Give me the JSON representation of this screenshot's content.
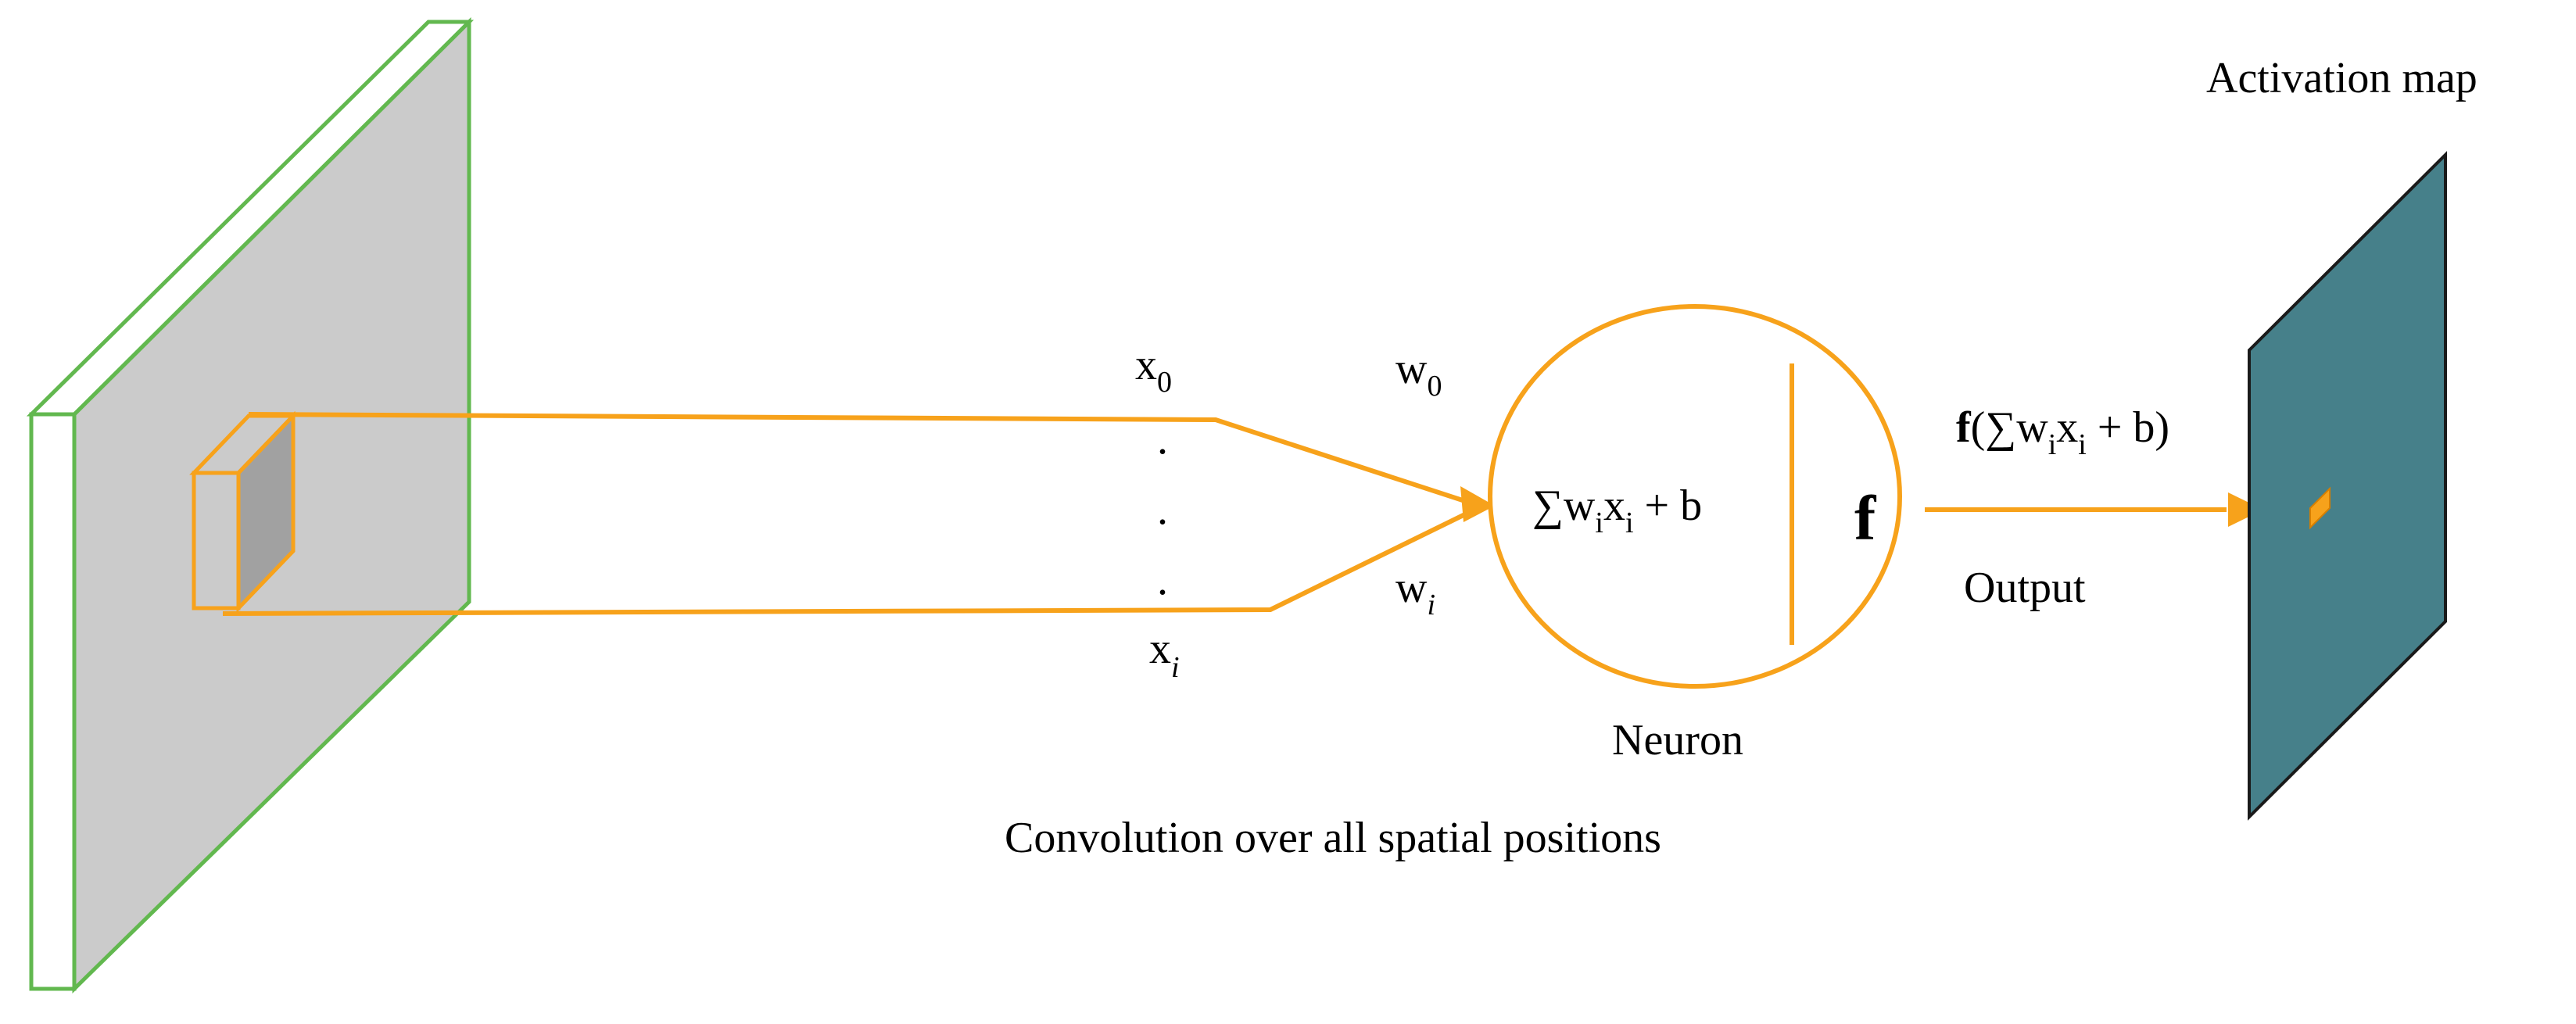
{
  "colors": {
    "orange": "#f7a21b",
    "green": "#62b84f",
    "panel_gray": "#cbcbcb",
    "filter_dark": "#a1a1a1",
    "activation_teal": "#46808a",
    "dark_outline": "#1a1a1a"
  },
  "labels": {
    "x": "x",
    "x0_sub": "0",
    "xi_sub": "i",
    "w": "w",
    "w0_sub": "0",
    "wi_sub": "i",
    "dot": ".",
    "sum_symbol": "∑",
    "sum_w": "w",
    "sum_w_sub": "i",
    "sum_x": "x",
    "sum_x_sub": "i",
    "sum_tail": " + b",
    "f_symbol": "f",
    "fout_open": "(∑",
    "fout_w": "w",
    "fout_w_sub": "i",
    "fout_x": "x",
    "fout_x_sub": "i",
    "fout_tail": " + b)",
    "output": "Output",
    "neuron": "Neuron",
    "activation_map": "Activation map",
    "convolution": "Convolution over all spatial positions"
  }
}
